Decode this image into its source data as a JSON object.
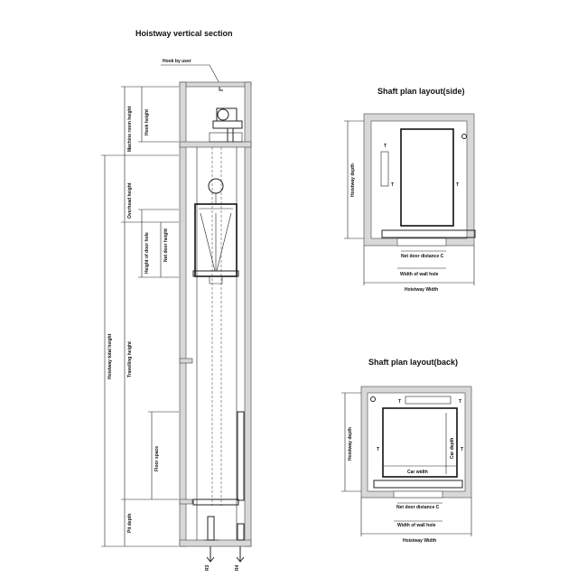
{
  "section": {
    "title": "Hoistway vertical section",
    "hook_label": "Hook by user",
    "machine_room_height": "Machine room height",
    "hook_height": "Hook height",
    "overhead_height": "Overhead height",
    "height_of_door_hole": "Height of door hole",
    "net_door_height": "Net door height",
    "hoistway_total_height": "Hoistway total height",
    "travelling_height": "Travelling height",
    "floor_space": "Floor space",
    "pit_depth": "Pit depth",
    "r3": "R3",
    "r4": "R4"
  },
  "plan_side": {
    "title": "Shaft plan  layout(side)",
    "hoistway_depth": "Hoistway depth",
    "net_door_distance": "Net door distance C",
    "width_of_wall_hole": "Width of wall hole",
    "hoistway_width": "Hoistway Width"
  },
  "plan_back": {
    "title": "Shaft plan  layout(back)",
    "hoistway_depth": "Hoistway depth",
    "car_depth": "Car depth",
    "car_width": "Car width",
    "net_door_distance": "Net door distance C",
    "width_of_wall_hole": "Width of wall hole",
    "hoistway_width": "Hoistway Width"
  }
}
